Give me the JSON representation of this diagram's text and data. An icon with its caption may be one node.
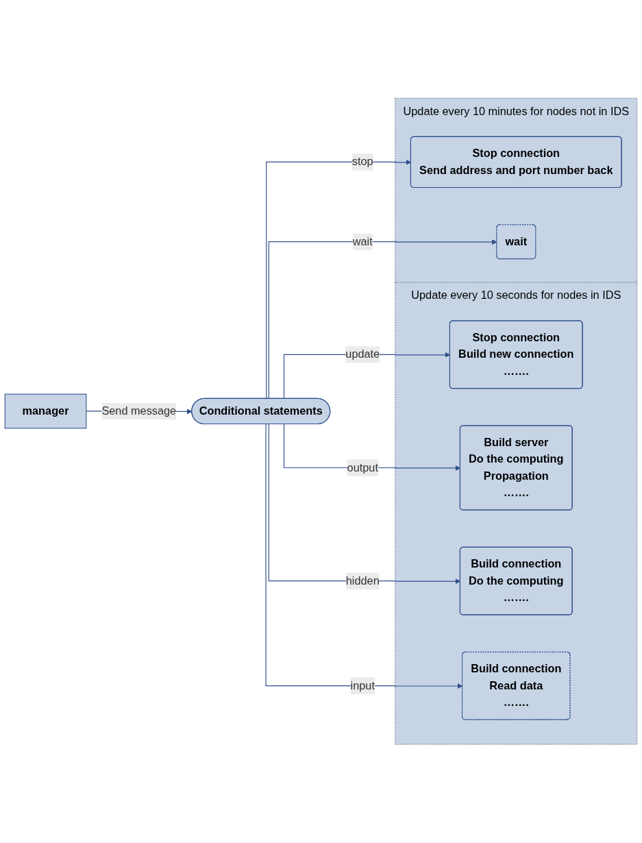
{
  "diagram": {
    "nodes": [
      {
        "text": [
          "manager"
        ]
      },
      {
        "text": [
          "Conditional statements"
        ]
      },
      {
        "text": [
          "Update every 10 seconds for nodes in IDS"
        ]
      },
      {
        "text": [
          "Stop connection",
          "Build new connection",
          "……."
        ],
        "in": 2
      },
      {
        "text": [
          "Build server",
          "Do the computing",
          "Propagation",
          "……."
        ],
        "in": 2
      },
      {
        "text": [
          "Build connection",
          "Do the computing",
          "……."
        ],
        "in": 2
      },
      {
        "text": [
          "Build connection",
          "Read data",
          "……."
        ],
        "in": 2
      },
      {
        "text": [
          "Update every 10 minutes for nodes not in IDS"
        ]
      },
      {
        "text": [
          "Stop connection",
          "Send address and port number back"
        ],
        "in": 7
      },
      {
        "text": [
          "wait"
        ],
        "in": 7
      }
    ],
    "edges": [
      {
        "from": 0,
        "to": 1,
        "arrow": "to",
        "label": "Send message"
      },
      {
        "from": 1,
        "to": 3,
        "arrow": "to",
        "label": "update"
      },
      {
        "from": 1,
        "to": 4,
        "arrow": "to",
        "label": "output"
      },
      {
        "from": 1,
        "to": 5,
        "arrow": "to",
        "label": "hidden"
      },
      {
        "from": 1,
        "to": 6,
        "arrow": "to",
        "label": "input"
      },
      {
        "from": 1,
        "to": 8,
        "arrow": "to",
        "label": "stop"
      },
      {
        "from": 1,
        "to": 9,
        "arrow": "to",
        "label": "wait"
      }
    ]
  }
}
